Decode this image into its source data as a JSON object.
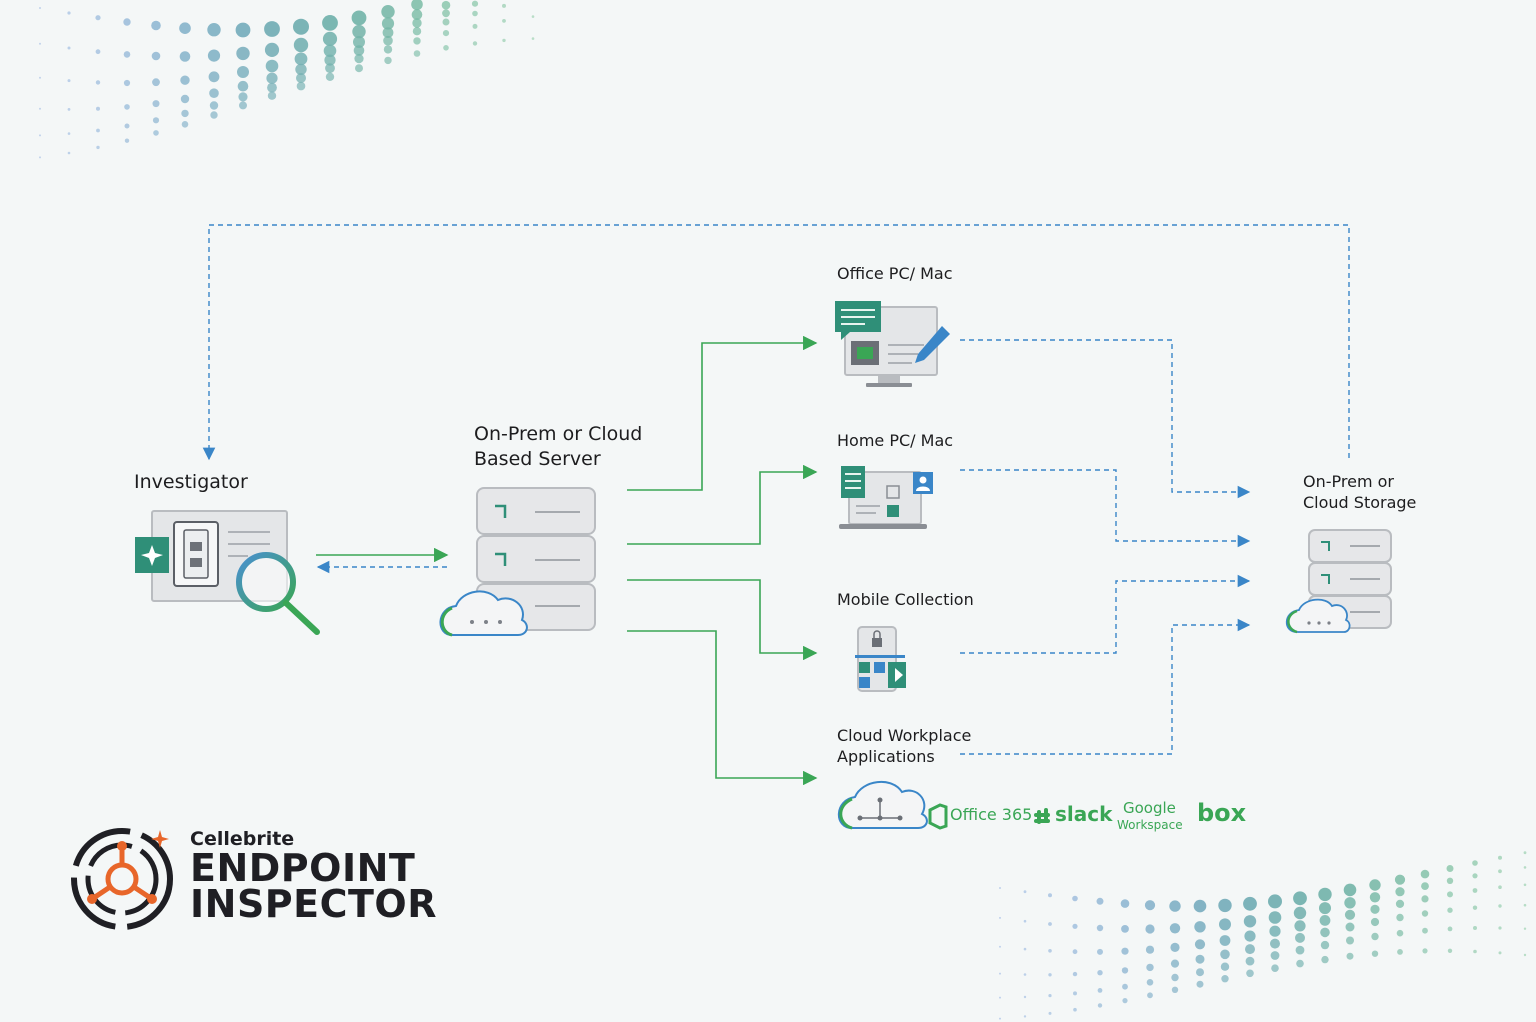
{
  "nodes": {
    "investigator": "Investigator",
    "server_line1": "On-Prem or Cloud",
    "server_line2": "Based Server",
    "office": "Office PC/ Mac",
    "home": "Home PC/ Mac",
    "mobile": "Mobile Collection",
    "cloud_apps_line1": "Cloud Workplace",
    "cloud_apps_line2": "Applications",
    "storage_line1": "On-Prem or",
    "storage_line2": "Cloud Storage"
  },
  "apps": {
    "office365": "Office 365",
    "slack": "slack",
    "google_line1": "Google",
    "google_line2": "Workspace",
    "box": "box"
  },
  "brand": {
    "company": "Cellebrite",
    "product_line1": "ENDPOINT",
    "product_line2": "INSPECTOR"
  },
  "colors": {
    "green_arrow": "#3aa655",
    "blue_dashed": "#3a86c8",
    "brand_orange": "#e8662a",
    "dark": "#1f1f24"
  }
}
